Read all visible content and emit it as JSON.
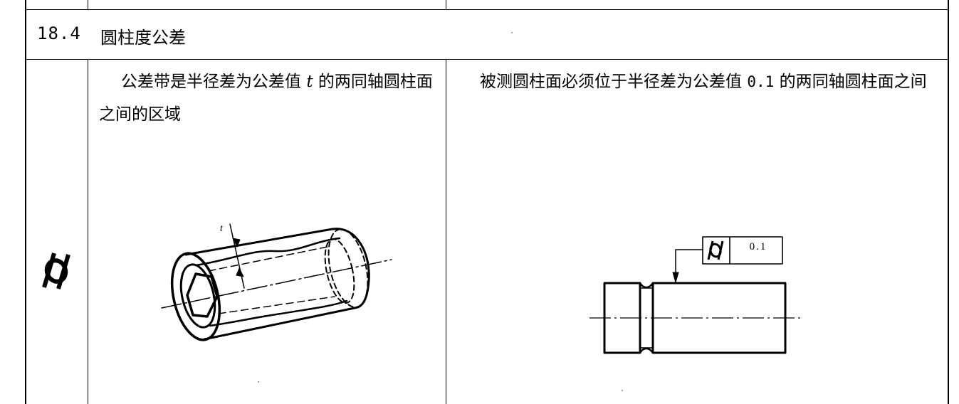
{
  "section": {
    "number": "18.4",
    "title": "圆柱度公差"
  },
  "tolerance_zone": {
    "text_prefix": "公差带是半径差为公差值",
    "variable": "t",
    "text_suffix": "的两同轴圆柱面之间的区域",
    "label": "t"
  },
  "requirement": {
    "text_prefix": "被测圆柱面必须位于半径差为公差值",
    "value": "0.1",
    "text_suffix": "的两同轴圆柱面之间"
  },
  "feature_control_frame": {
    "value": "0.1"
  },
  "symbol_icon": "cylindricity-icon"
}
